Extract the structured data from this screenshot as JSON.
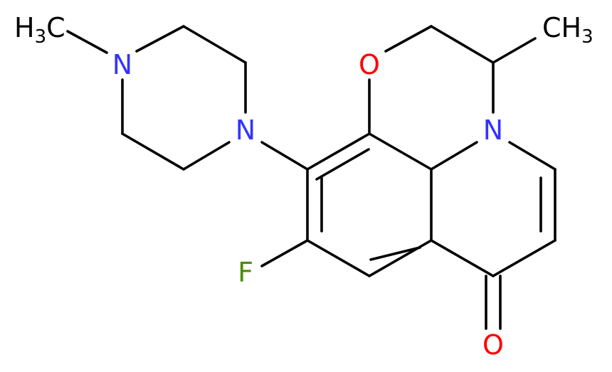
{
  "colors": {
    "bond": "#000000",
    "carbon": "#000000",
    "nitrogen": "#3333ff",
    "oxygen": "#ff0000",
    "fluorine": "#4d8c00"
  },
  "atoms": {
    "methyl_left": {
      "main": "H",
      "sub": "3",
      "tail": "C"
    },
    "n_piperazine_top": "N",
    "n_piperazine_bottom": "N",
    "oxygen_ring": "O",
    "methyl_right": {
      "main": "CH",
      "sub": "3"
    },
    "n_ring": "N",
    "fluorine": "F",
    "oxygen_carbonyl": "O"
  }
}
